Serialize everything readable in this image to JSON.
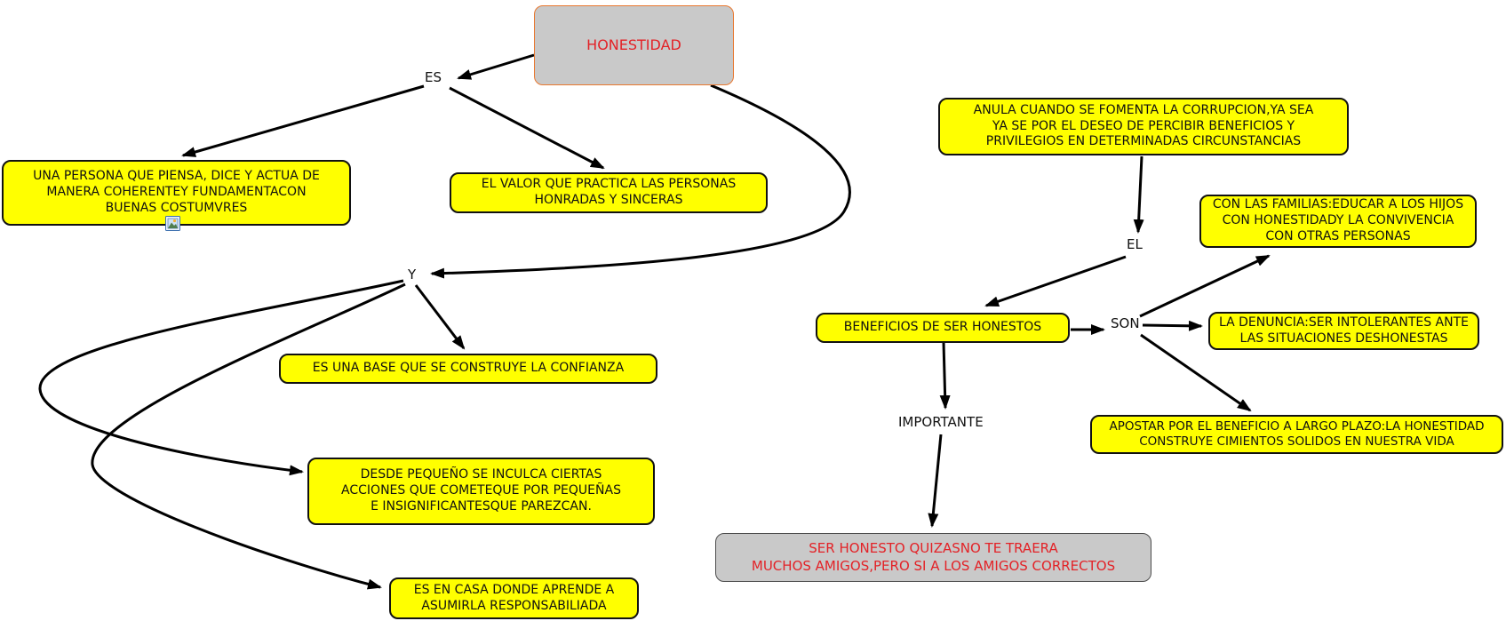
{
  "diagram": {
    "title_node": "HONESTIDAD",
    "colors": {
      "concept_fill": "#ffff00",
      "concept_border": "#111111",
      "concept_text": "#111111",
      "title_fill": "#c9c9c9",
      "title_border": "#e8772e",
      "title_text": "#e32227",
      "quote_fill": "#c9c9c9",
      "quote_border": "#4d4d4d",
      "quote_text": "#e32227",
      "arrow": "#000000"
    },
    "nodes": {
      "honestidad": {
        "label": "HONESTIDAD"
      },
      "una_persona": {
        "label": "UNA PERSONA QUE PIENSA, DICE Y ACTUA DE\nMANERA COHERENTEY FUNDAMENTACON\nBUENAS COSTUMVRES"
      },
      "el_valor": {
        "label": "EL VALOR QUE PRACTICA  LAS PERSONAS\nHONRADAS Y SINCERAS"
      },
      "anula": {
        "label": "ANULA CUANDO SE FOMENTA LA CORRUPCION,YA SEA\nYA SE POR EL DESEO DE PERCIBIR BENEFICIOS Y\nPRIVILEGIOS EN DETERMINADAS CIRCUNSTANCIAS"
      },
      "beneficios": {
        "label": "BENEFICIOS DE SER HONESTOS"
      },
      "con_familias": {
        "label": "CON LAS FAMILIAS:EDUCAR A LOS HIJOS\nCON HONESTIDADY LA CONVIVENCIA\nCON OTRAS PERSONAS"
      },
      "la_denuncia": {
        "label": "LA DENUNCIA:SER INTOLERANTES ANTE\nLAS SITUACIONES DESHONESTAS"
      },
      "apostar": {
        "label": "APOSTAR POR EL BENEFICIO A LARGO PLAZO:LA HONESTIDAD\nCONSTRUYE CIMIENTOS SOLIDOS EN NUESTRA VIDA"
      },
      "es_una_base": {
        "label": "ES UNA BASE QUE SE CONSTRUYE LA CONFIANZA"
      },
      "desde_pequeno": {
        "label": "DESDE PEQUEÑO SE INCULCA CIERTAS\nACCIONES QUE COMETEQUE POR PEQUEÑAS\nE INSIGNIFICANTESQUE PAREZCAN."
      },
      "es_en_casa": {
        "label": "ES EN CASA DONDE APRENDE A\nASUMIRLA RESPONSABILIADA"
      },
      "ser_honesto": {
        "label": "SER HONESTO QUIZASNO TE TRAERA\nMUCHOS AMIGOS,PERO SI A LOS AMIGOS CORRECTOS"
      }
    },
    "connectors": {
      "es": "ES",
      "y": "Y",
      "el": "EL",
      "son": "SON",
      "importante": "IMPORTANTE"
    },
    "icons": {
      "image_attachment": "image-attachment-icon"
    }
  }
}
